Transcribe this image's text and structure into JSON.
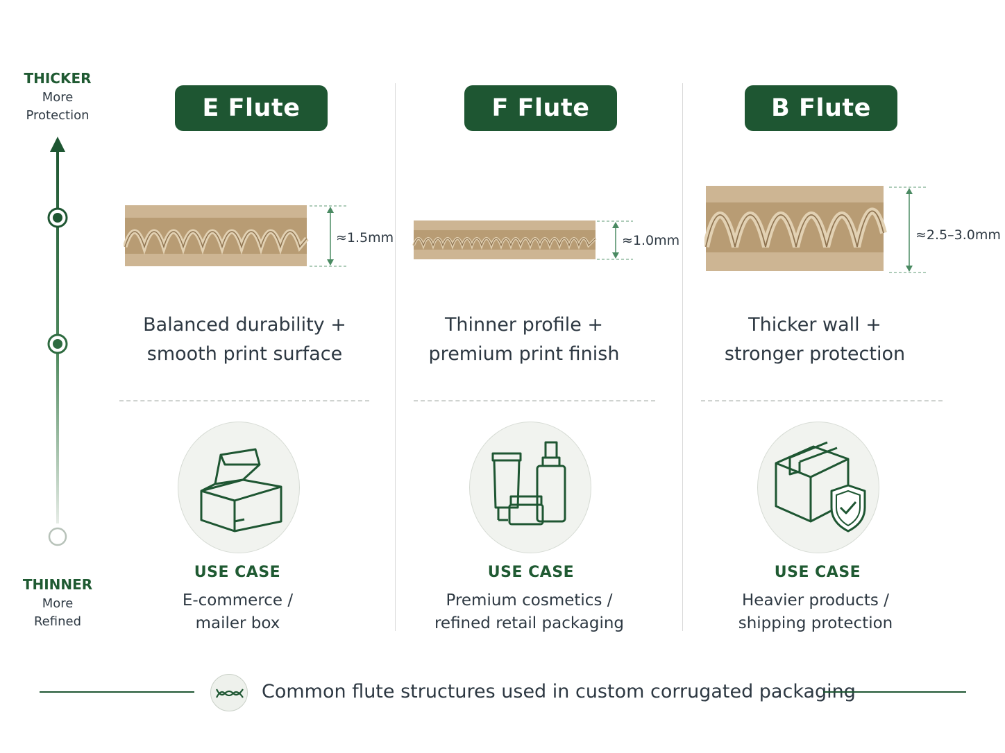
{
  "scale": {
    "top_title": "THICKER",
    "top_sub1": "More",
    "top_sub2": "Protection",
    "bottom_title": "THINNER",
    "bottom_sub1": "More",
    "bottom_sub2": "Refined"
  },
  "columns": [
    {
      "title": "E Flute",
      "thickness": "≈1.5mm",
      "desc_line1": "Balanced durability +",
      "desc_line2": "smooth print surface",
      "use_case_label": "USE CASE",
      "use_case_line1": "E-commerce /",
      "use_case_line2": "mailer box",
      "icon": "mailer-box-icon"
    },
    {
      "title": "F Flute",
      "thickness": "≈1.0mm",
      "desc_line1": "Thinner profile +",
      "desc_line2": "premium print finish",
      "use_case_label": "USE CASE",
      "use_case_line1": "Premium cosmetics /",
      "use_case_line2": "refined retail packaging",
      "icon": "cosmetics-icon"
    },
    {
      "title": "B Flute",
      "thickness": "≈2.5–3.0mm",
      "desc_line1": "Thicker wall +",
      "desc_line2": "stronger protection",
      "use_case_label": "USE CASE",
      "use_case_line1": "Heavier products /",
      "use_case_line2": "shipping protection",
      "icon": "shipping-box-shield-icon"
    }
  ],
  "footer": {
    "text": "Common flute structures used in custom corrugated packaging",
    "icon": "flute-wave-icon"
  },
  "colors": {
    "brand_green": "#1e5632",
    "kraft": "#cdb593",
    "text": "#2d3842"
  }
}
